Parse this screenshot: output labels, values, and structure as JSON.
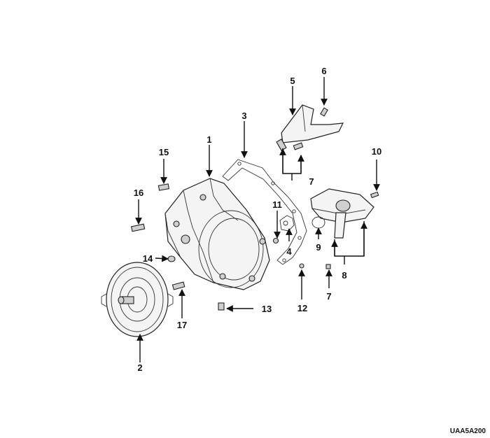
{
  "callouts": {
    "c1": "1",
    "c2": "2",
    "c3": "3",
    "c4": "4",
    "c5": "5",
    "c6": "6",
    "c7a": "7",
    "c7b": "7",
    "c8": "8",
    "c9": "9",
    "c10": "10",
    "c11": "11",
    "c12": "12",
    "c13": "13",
    "c14": "14",
    "c15": "15",
    "c16": "16",
    "c17": "17"
  },
  "reference_code": "UAA5A200"
}
